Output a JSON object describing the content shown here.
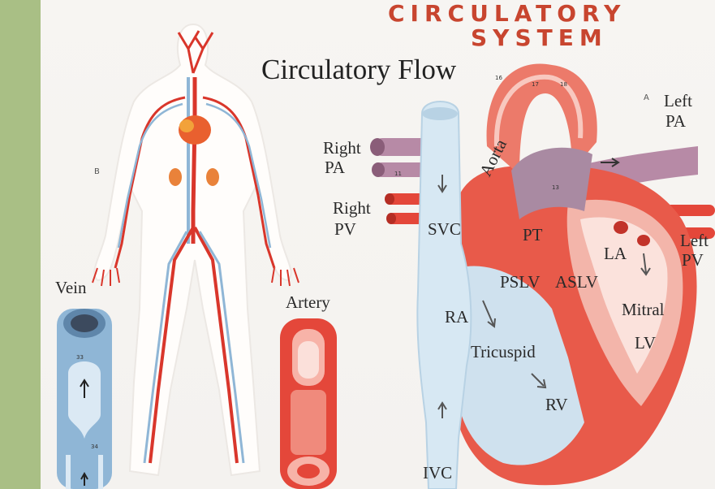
{
  "title": {
    "line1": "CIRCULATORY",
    "line2": "SYSTEM",
    "subtitle": "Circulatory Flow"
  },
  "panel_letters": {
    "a": "A",
    "b": "B"
  },
  "labels": {
    "left_pa_1": "Left",
    "left_pa_2": "PA",
    "right_pa_1": "Right",
    "right_pa_2": "PA",
    "right_pv_1": "Right",
    "right_pv_2": "PV",
    "left_pv_1": "Left",
    "left_pv_2": "PV",
    "aorta": "Aorta",
    "svc": "SVC",
    "pt": "PT",
    "la": "LA",
    "pslv": "PSLV",
    "aslv": "ASLV",
    "ra": "RA",
    "mitral": "Mitral",
    "tricuspid": "Tricuspid",
    "lv": "LV",
    "rv": "RV",
    "ivc": "IVC",
    "vein": "Vein",
    "artery": "Artery"
  },
  "numbers": {
    "n16": "16",
    "n17": "17",
    "n18": "18",
    "n11": "11",
    "n13": "13",
    "n33": "33",
    "n34": "34"
  },
  "colors": {
    "sidebar": "#a9bf85",
    "artery_red": "#d9362b",
    "vein_blue": "#8fb6d6",
    "background": "#f5f3f0",
    "title": "#c8452f"
  }
}
